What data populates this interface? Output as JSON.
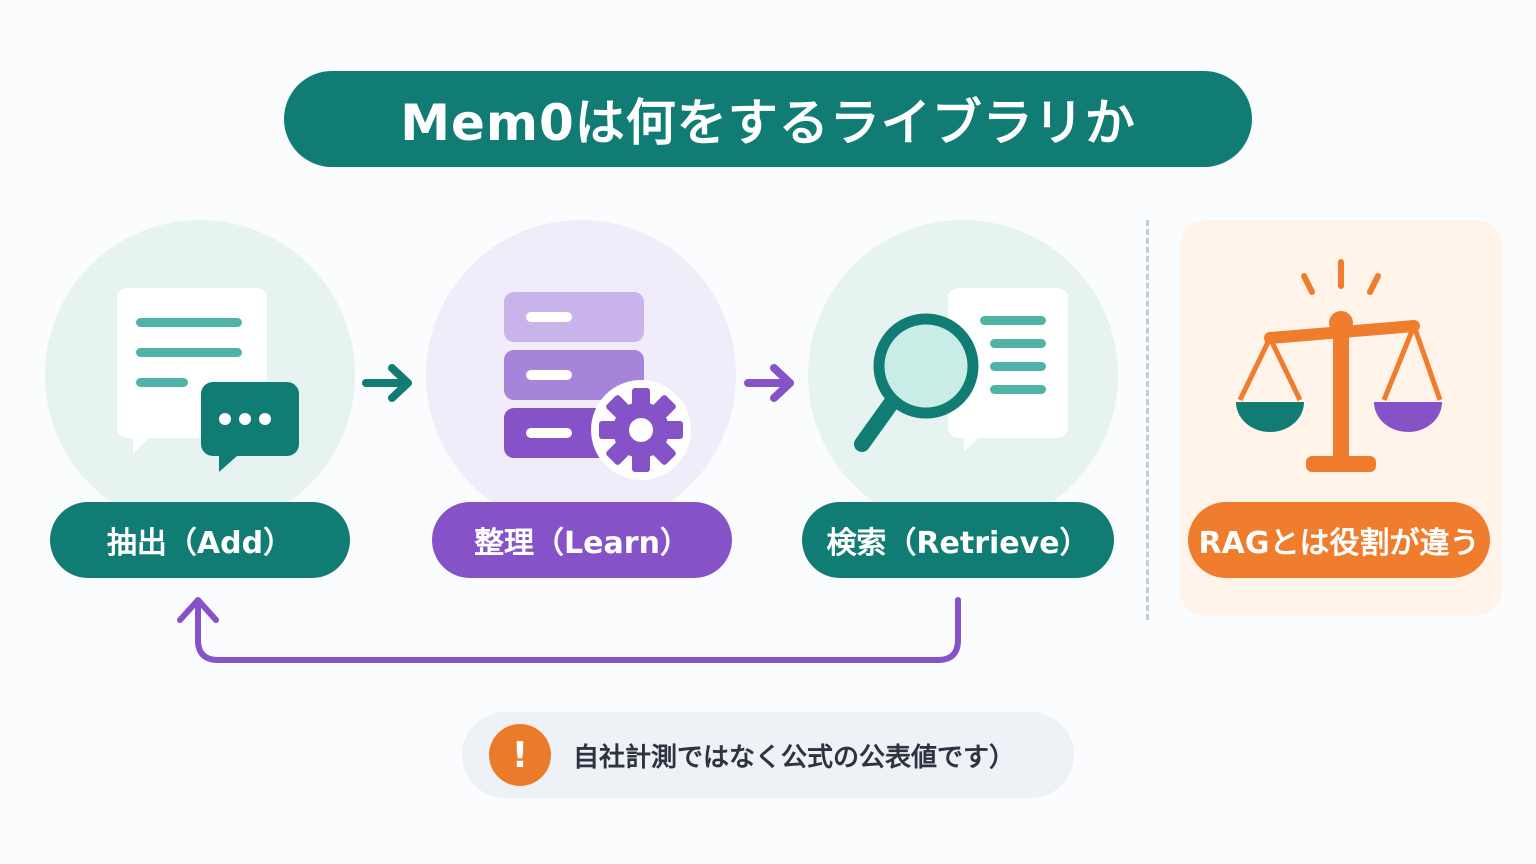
{
  "title": "Mem0は何をするライブラリか",
  "steps": [
    {
      "label": "抽出（Add）",
      "icon": "chat-bubbles-icon"
    },
    {
      "label": "整理（Learn）",
      "icon": "database-gear-icon"
    },
    {
      "label": "検索（Retrieve）",
      "icon": "magnifier-document-icon"
    }
  ],
  "rag": {
    "label": "RAGとは役割が違う",
    "icon": "balance-scale-icon"
  },
  "note": {
    "badge": "!",
    "text": "自社計測ではなく公式の公表値です）"
  },
  "colors": {
    "teal": "#117c74",
    "purple": "#8552c8",
    "orange": "#ef7d2d"
  }
}
